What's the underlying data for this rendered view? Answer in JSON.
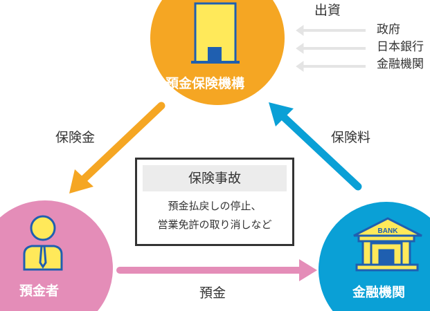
{
  "nodes": {
    "dic": {
      "label": "預金保険機構",
      "color": "#f5a623"
    },
    "depositor": {
      "label": "預金者",
      "color": "#e48db8"
    },
    "bank": {
      "label": "金融機関",
      "color": "#0aa0d6",
      "icon_text": "BANK"
    }
  },
  "flows": {
    "insurance_payout": "保険金",
    "premium": "保険料",
    "deposit": "預金"
  },
  "capital": {
    "title": "出資",
    "sources": [
      "政府",
      "日本銀行",
      "金融機関"
    ]
  },
  "event_box": {
    "title": "保険事故",
    "lines": [
      "預金払戻しの停止、",
      "営業免許の取り消しなど"
    ]
  }
}
